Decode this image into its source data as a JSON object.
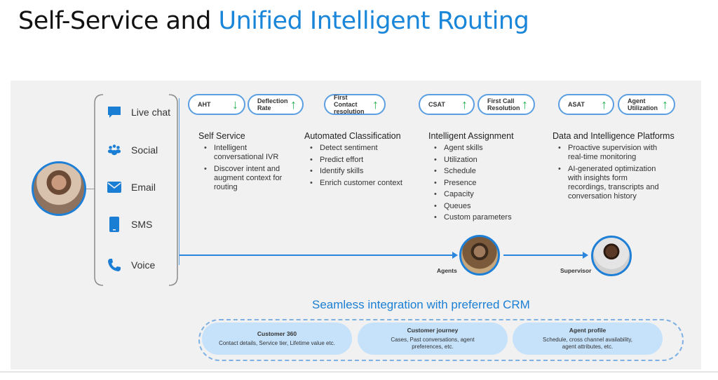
{
  "title": {
    "part1": "Self-Service and ",
    "part2": "Unified Intelligent Routing"
  },
  "colors": {
    "accent": "#1a86d9",
    "metric_up_down": "#22b14c",
    "panel_bg": "#f1f1f1",
    "crm_box": "#c6e2fb"
  },
  "channels": [
    {
      "label": "Live chat",
      "icon": "chat-bubble-icon"
    },
    {
      "label": "Social",
      "icon": "people-group-icon"
    },
    {
      "label": "Email",
      "icon": "envelope-icon"
    },
    {
      "label": "SMS",
      "icon": "mobile-phone-icon"
    },
    {
      "label": "Voice",
      "icon": "phone-handset-icon"
    }
  ],
  "metrics": [
    {
      "label": "AHT",
      "trend": "down",
      "arrow": "↓"
    },
    {
      "label": "Deflection Rate",
      "trend": "up",
      "arrow": "↑"
    },
    {
      "label": "First Contact resolution",
      "trend": "up",
      "arrow": "↑"
    },
    {
      "label": "CSAT",
      "trend": "up",
      "arrow": "↑"
    },
    {
      "label": "First Call Resolution",
      "trend": "up",
      "arrow": "↑"
    },
    {
      "label": "ASAT",
      "trend": "up",
      "arrow": "↑"
    },
    {
      "label": "Agent Utilization",
      "trend": "up",
      "arrow": "↑"
    }
  ],
  "sections": [
    {
      "title": "Self Service",
      "items": [
        "Intelligent conversational IVR",
        "Discover intent and augment context for routing"
      ]
    },
    {
      "title": "Automated Classification",
      "items": [
        "Detect sentiment",
        "Predict effort",
        "Identify skills",
        "Enrich customer context"
      ]
    },
    {
      "title": "Intelligent Assignment",
      "items": [
        "Agent skills",
        "Utilization",
        "Schedule",
        "Presence",
        "Capacity",
        "Queues",
        "Custom parameters"
      ]
    },
    {
      "title": "Data and Intelligence Platforms",
      "items": [
        "Proactive supervision with real-time monitoring",
        "AI-generated optimization with insights form recordings, transcripts and conversation history"
      ]
    }
  ],
  "people": {
    "agents": "Agents",
    "supervisor": "Supervisor"
  },
  "crm": {
    "title": "Seamless integration with preferred CRM",
    "boxes": [
      {
        "title": "Customer 360",
        "desc": "Contact details, Service tier, Lifetime value etc."
      },
      {
        "title": "Customer journey",
        "desc": "Cases, Past conversations, agent preferences, etc."
      },
      {
        "title": "Agent profile",
        "desc": "Schedule, cross channel availability, agent attributes, etc."
      }
    ]
  }
}
